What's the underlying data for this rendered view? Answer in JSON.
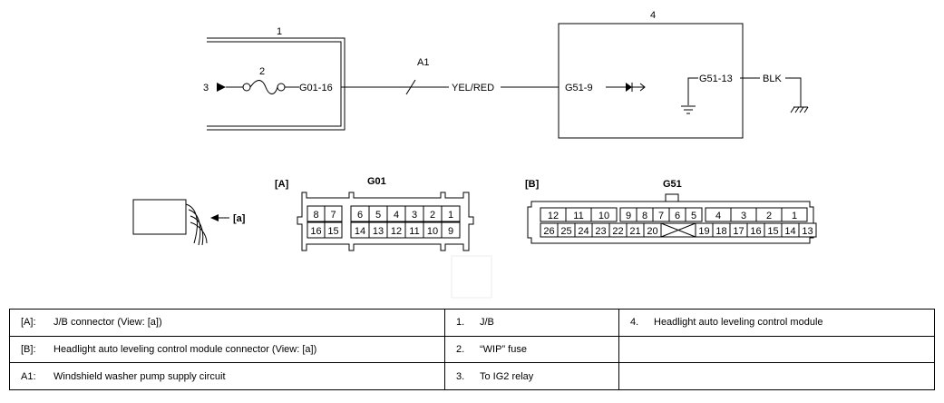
{
  "diagram": {
    "labels": {
      "ecm_box": "1",
      "fuse": "2",
      "ig2": "3",
      "module_box": "4",
      "circuit": "A1",
      "j_terminal": "G01-16",
      "wire_color": "YEL/RED",
      "m_terminal_in": "G51-9",
      "m_terminal_gnd": "G51-13",
      "gnd_color": "BLK"
    },
    "connector_a": {
      "tag": "[A]",
      "name": "G01",
      "top_left": [
        "8",
        "7"
      ],
      "top_right": [
        "6",
        "5",
        "4",
        "3",
        "2",
        "1"
      ],
      "bottom_left": [
        "16",
        "15"
      ],
      "bottom_right": [
        "14",
        "13",
        "12",
        "11",
        "10",
        "9"
      ]
    },
    "connector_b": {
      "tag": "[B]",
      "name": "G51",
      "top": [
        "12",
        "11",
        "10",
        "9",
        "8",
        "7",
        "6",
        "5",
        "4",
        "3",
        "2",
        "1"
      ],
      "bottom": [
        "26",
        "25",
        "24",
        "23",
        "22",
        "21",
        "20",
        "19",
        "18",
        "17",
        "16",
        "15",
        "14",
        "13"
      ]
    },
    "view_label": "[a]"
  },
  "legend": {
    "rows": [
      {
        "key": "[A]:",
        "desc": "J/B connector (View: [a])",
        "num": "1.",
        "item": "J/B",
        "num2": "4.",
        "item2": "Headlight auto leveling control module"
      },
      {
        "key": "[B]:",
        "desc": "Headlight auto leveling control module connector (View: [a])",
        "num": "2.",
        "item": "“WIP” fuse",
        "num2": "",
        "item2": ""
      },
      {
        "key": "A1:",
        "desc": "Windshield washer pump supply circuit",
        "num": "3.",
        "item": "To IG2 relay",
        "num2": "",
        "item2": ""
      }
    ]
  }
}
